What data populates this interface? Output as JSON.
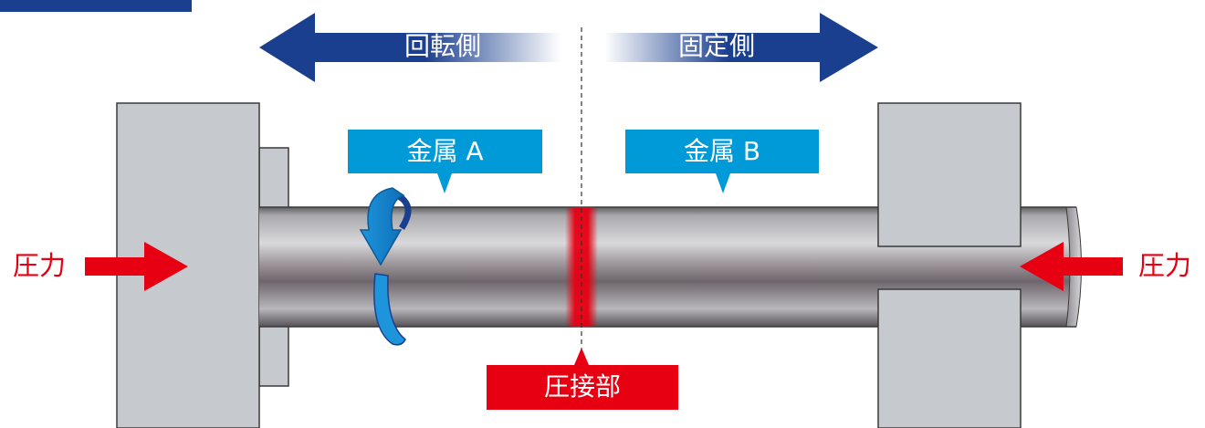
{
  "labels": {
    "rotating_side": "回転側",
    "fixed_side": "固定側",
    "metal_a": "金属 A",
    "metal_b": "金属 B",
    "pressure_left": "圧力",
    "pressure_right": "圧力",
    "weld_zone": "圧接部"
  },
  "colors": {
    "navy": "#1b3f8f",
    "callout_blue": "#009ad8",
    "pressure_red": "#e60012",
    "block_gray": "#c6c9ce",
    "rotation_blue": "#1e95db"
  }
}
